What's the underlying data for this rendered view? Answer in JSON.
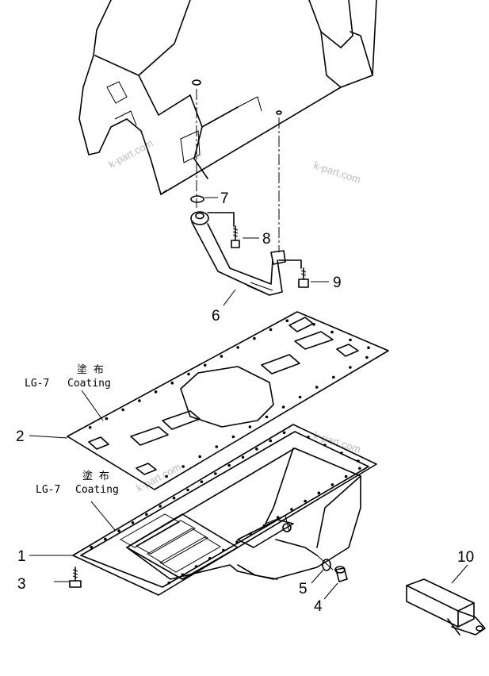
{
  "callouts": {
    "c1": "1",
    "c2": "2",
    "c3": "3",
    "c4": "4",
    "c5": "5",
    "c6": "6",
    "c7": "7",
    "c8": "8",
    "c9": "9",
    "c10": "10"
  },
  "notes": {
    "gasket": {
      "jp": "塗 布",
      "code": "LG-7",
      "word": "Coating"
    },
    "pan": {
      "jp": "塗 布",
      "code": "LG-7",
      "word": "Coating"
    }
  },
  "watermark": "k-part.com"
}
